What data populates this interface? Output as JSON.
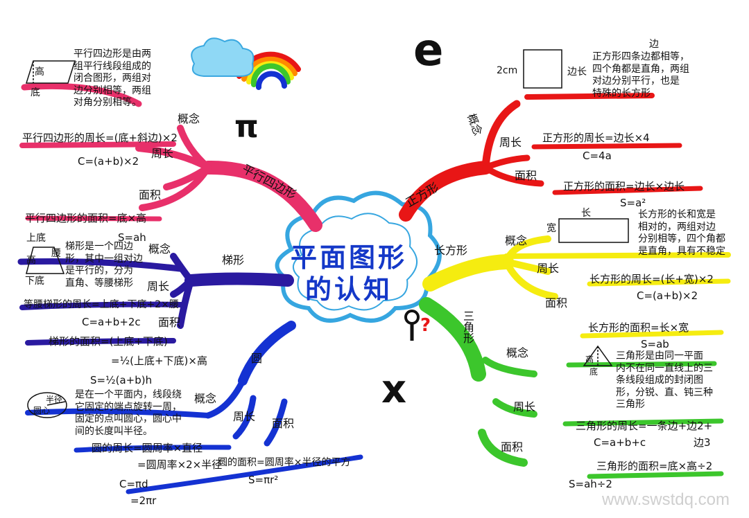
{
  "center": {
    "line1": "平面图形",
    "line2": "的认知"
  },
  "symbols": {
    "pi": "π",
    "e": "e",
    "x": "x"
  },
  "parallelogram": {
    "branch": "平行四边形",
    "concept_label": "概念",
    "perimeter_label": "周长",
    "area_label": "面积",
    "fig_height": "高",
    "fig_base": "底",
    "concept": [
      "平行四边形是由两",
      "组平行线段组成的",
      "闭合图形，两组对",
      "边分别相等，两组",
      "对角分别相等。"
    ],
    "perimeter_formula": "平行四边形的周长=(底+斜边)×2",
    "perimeter_short": "C=(a+b)×2",
    "area_formula": "平行四边形的面积=底×高",
    "area_short": "S=ah"
  },
  "trapezoid": {
    "branch": "梯形",
    "concept_label": "概念",
    "perimeter_label": "周长",
    "area_label": "面积",
    "fig_top": "上底",
    "fig_height": "高",
    "fig_waist": "腰",
    "fig_bottom": "下底",
    "concept": [
      "梯形是一个四边",
      "形，其中一组对边",
      "是平行的，分为",
      "直角、等腰梯形"
    ],
    "perimeter_formula": "等腰梯形的周长=上底+下底+2×腰",
    "perimeter_short": "C=a+b+2c",
    "area_formula": "梯形的面积=(上底+下底)",
    "area_line2": "=½(上底+下底)×高",
    "area_short": "S=½(a+b)h"
  },
  "circle": {
    "branch": "圆",
    "concept_label": "概念",
    "perimeter_label": "周长",
    "area_label": "面积",
    "fig_radius": "半径",
    "fig_center": "圆心",
    "concept": [
      "是在一个平面内，线段绕",
      "它固定的端点旋转一周，",
      "固定的点叫圆心，圆心中",
      "间的长度叫半径。"
    ],
    "perimeter_formula": "圆的周长=圆周率×直径",
    "perimeter_line2": "=圆周率×2×半径",
    "perimeter_short": "C=πd",
    "perimeter_short2": "=2πr",
    "area_formula": "圆的面积=圆周率×半径的平方",
    "area_short": "S=πr²"
  },
  "square": {
    "branch": "正方形",
    "concept_label": "概念",
    "perimeter_label": "周长",
    "area_label": "面积",
    "fig_side": "2cm",
    "fig_edge": "边长",
    "fig_top": "边",
    "concept": [
      "正方形四条边都相等，",
      "四个角都是直角，两组",
      "对边分别平行，也是",
      "特殊的长方形"
    ],
    "perimeter_formula": "正方形的周长=边长×4",
    "perimeter_short": "C=4a",
    "area_formula": "正方形的面积=边长×边长",
    "area_short": "S=a²"
  },
  "rectangle": {
    "branch": "长方形",
    "concept_label": "概念",
    "perimeter_label": "周长",
    "area_label": "面积",
    "fig_length": "长",
    "fig_width": "宽",
    "concept": [
      "长方形的长和宽是",
      "相对的，两组对边",
      "分别相等，四个角都",
      "是直角，具有不稳定"
    ],
    "perimeter_formula": "长方形的周长=(长+宽)×2",
    "perimeter_short": "C=(a+b)×2",
    "area_formula": "长方形的面积=长×宽",
    "area_short": "S=ab"
  },
  "triangle": {
    "branch": "三角形",
    "concept_label": "概念",
    "perimeter_label": "周长",
    "area_label": "面积",
    "fig_height": "高",
    "fig_base": "底",
    "concept": [
      "三角形是由同一平面",
      "内不在同一直线上的三",
      "条线段组成的封闭图",
      "形，分锐、直、钝三种",
      "三角形"
    ],
    "perimeter_formula": "三角形的周长=一条边+边2+",
    "perimeter_extra": "边3",
    "perimeter_short": "C=a+b+c",
    "area_formula": "三角形的面积=底×高÷2",
    "area_short": "S=ah÷2"
  },
  "watermark": "www.swstdq.com",
  "colors": {
    "pink": "#e8306a",
    "navy": "#2a1aa0",
    "blue": "#1432d2",
    "red": "#e81616",
    "yellow": "#f5ec10",
    "green": "#3cc62c",
    "title": "#1438c8"
  }
}
